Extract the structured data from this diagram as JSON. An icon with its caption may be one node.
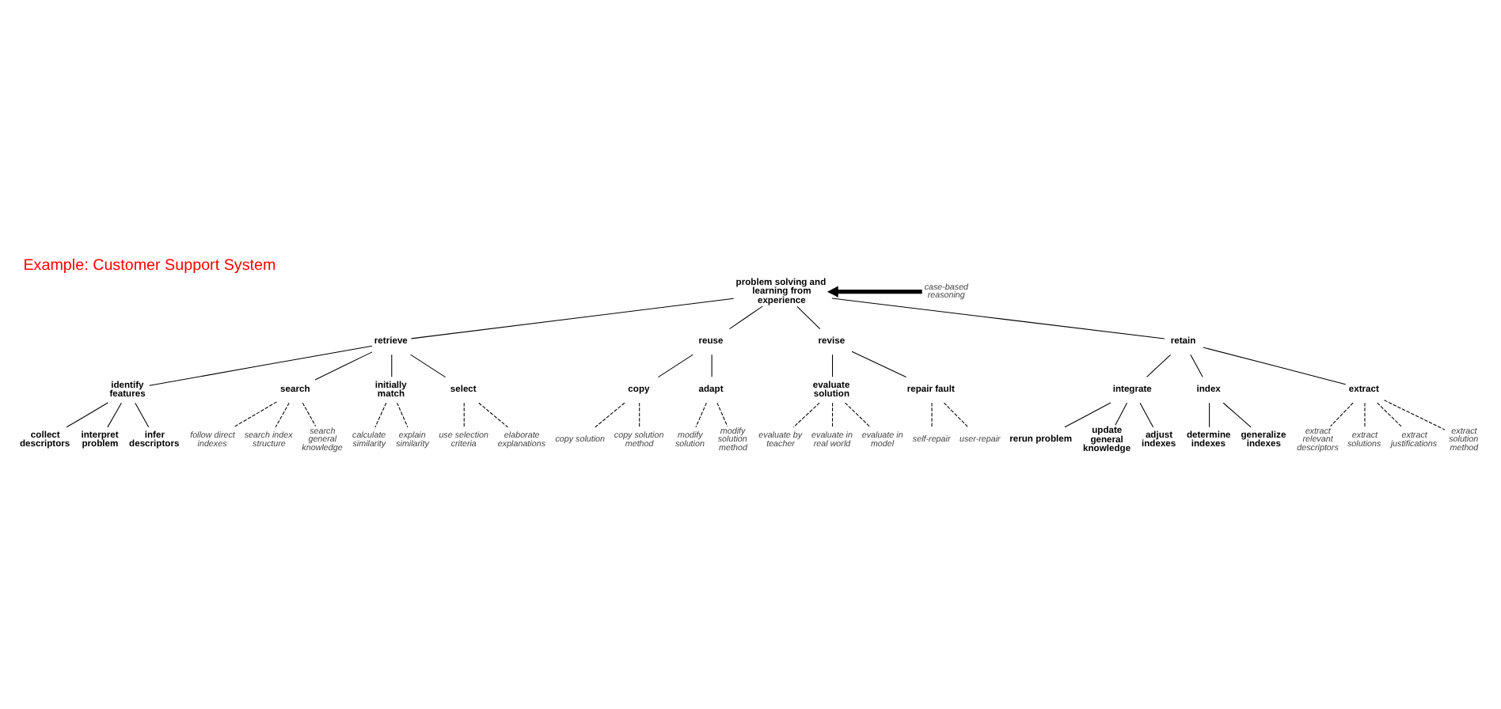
{
  "diagram": {
    "title": "Example: Customer Support System",
    "nodes": [
      {
        "text": [
          "problem solving and learning from experience"
        ]
      },
      {
        "text": [
          "case-based reasoning"
        ]
      },
      {
        "text": [
          "retrieve"
        ]
      },
      {
        "text": [
          "reuse"
        ]
      },
      {
        "text": [
          "revise"
        ]
      },
      {
        "text": [
          "retain"
        ]
      },
      {
        "text": [
          "identify features"
        ]
      },
      {
        "text": [
          "search"
        ]
      },
      {
        "text": [
          "initially match"
        ]
      },
      {
        "text": [
          "select"
        ]
      },
      {
        "text": [
          "collect descriptors"
        ]
      },
      {
        "text": [
          "interpret problem"
        ]
      },
      {
        "text": [
          "infer descriptors"
        ]
      },
      {
        "text": [
          "follow direct indexes"
        ]
      },
      {
        "text": [
          "search index structure"
        ]
      },
      {
        "text": [
          "search general knowledge"
        ]
      },
      {
        "text": [
          "calculate similarity"
        ]
      },
      {
        "text": [
          "explain similarity"
        ]
      },
      {
        "text": [
          "use selection criteria"
        ]
      },
      {
        "text": [
          "elaborate explanations"
        ]
      },
      {
        "text": [
          "copy"
        ]
      },
      {
        "text": [
          "adapt"
        ]
      },
      {
        "text": [
          "copy solution"
        ]
      },
      {
        "text": [
          "copy solution method"
        ]
      },
      {
        "text": [
          "modify solution"
        ]
      },
      {
        "text": [
          "modify solution method"
        ]
      },
      {
        "text": [
          "evaluate solution"
        ]
      },
      {
        "text": [
          "repair fault"
        ]
      },
      {
        "text": [
          "evaluate by teacher"
        ]
      },
      {
        "text": [
          "evaluate in real world"
        ]
      },
      {
        "text": [
          "evaluate in model"
        ]
      },
      {
        "text": [
          "self-repair"
        ]
      },
      {
        "text": [
          "user-repair"
        ]
      },
      {
        "text": [
          "integrate"
        ]
      },
      {
        "text": [
          "index"
        ]
      },
      {
        "text": [
          "extract"
        ]
      },
      {
        "text": [
          "rerun problem"
        ]
      },
      {
        "text": [
          "update general knowledge"
        ]
      },
      {
        "text": [
          "adjust indexes"
        ]
      },
      {
        "text": [
          "determine indexes"
        ]
      },
      {
        "text": [
          "generalize indexes"
        ]
      },
      {
        "text": [
          "extract relevant descriptors"
        ]
      },
      {
        "text": [
          "extract solutions"
        ]
      },
      {
        "text": [
          "extract justifications"
        ]
      },
      {
        "text": [
          "extract solution method"
        ]
      }
    ],
    "edges": [
      {
        "from": 1,
        "to": 0,
        "arrow": "to",
        "style": "thick"
      },
      {
        "from": 0,
        "to": 2,
        "arrow": "none"
      },
      {
        "from": 0,
        "to": 3,
        "arrow": "none"
      },
      {
        "from": 0,
        "to": 4,
        "arrow": "none"
      },
      {
        "from": 0,
        "to": 5,
        "arrow": "none"
      },
      {
        "from": 2,
        "to": 6,
        "arrow": "none"
      },
      {
        "from": 2,
        "to": 7,
        "arrow": "none"
      },
      {
        "from": 2,
        "to": 8,
        "arrow": "none"
      },
      {
        "from": 2,
        "to": 9,
        "arrow": "none"
      },
      {
        "from": 6,
        "to": 10,
        "arrow": "none"
      },
      {
        "from": 6,
        "to": 11,
        "arrow": "none"
      },
      {
        "from": 6,
        "to": 12,
        "arrow": "none"
      },
      {
        "from": 7,
        "to": 13,
        "arrow": "none",
        "style": "dashed"
      },
      {
        "from": 7,
        "to": 14,
        "arrow": "none",
        "style": "dashed"
      },
      {
        "from": 7,
        "to": 15,
        "arrow": "none",
        "style": "dashed"
      },
      {
        "from": 8,
        "to": 16,
        "arrow": "none",
        "style": "dashed"
      },
      {
        "from": 8,
        "to": 17,
        "arrow": "none",
        "style": "dashed"
      },
      {
        "from": 9,
        "to": 18,
        "arrow": "none",
        "style": "dashed"
      },
      {
        "from": 9,
        "to": 19,
        "arrow": "none",
        "style": "dashed"
      },
      {
        "from": 3,
        "to": 20,
        "arrow": "none"
      },
      {
        "from": 3,
        "to": 21,
        "arrow": "none"
      },
      {
        "from": 20,
        "to": 22,
        "arrow": "none",
        "style": "dashed"
      },
      {
        "from": 20,
        "to": 23,
        "arrow": "none",
        "style": "dashed"
      },
      {
        "from": 21,
        "to": 24,
        "arrow": "none",
        "style": "dashed"
      },
      {
        "from": 21,
        "to": 25,
        "arrow": "none",
        "style": "dashed"
      },
      {
        "from": 4,
        "to": 26,
        "arrow": "none"
      },
      {
        "from": 4,
        "to": 27,
        "arrow": "none"
      },
      {
        "from": 26,
        "to": 28,
        "arrow": "none",
        "style": "dashed"
      },
      {
        "from": 26,
        "to": 29,
        "arrow": "none",
        "style": "dashed"
      },
      {
        "from": 26,
        "to": 30,
        "arrow": "none",
        "style": "dashed"
      },
      {
        "from": 27,
        "to": 31,
        "arrow": "none",
        "style": "dashed"
      },
      {
        "from": 27,
        "to": 32,
        "arrow": "none",
        "style": "dashed"
      },
      {
        "from": 5,
        "to": 33,
        "arrow": "none"
      },
      {
        "from": 5,
        "to": 34,
        "arrow": "none"
      },
      {
        "from": 5,
        "to": 35,
        "arrow": "none"
      },
      {
        "from": 33,
        "to": 36,
        "arrow": "none"
      },
      {
        "from": 33,
        "to": 37,
        "arrow": "none"
      },
      {
        "from": 33,
        "to": 38,
        "arrow": "none"
      },
      {
        "from": 34,
        "to": 39,
        "arrow": "none"
      },
      {
        "from": 34,
        "to": 40,
        "arrow": "none"
      },
      {
        "from": 35,
        "to": 41,
        "arrow": "none",
        "style": "dashed"
      },
      {
        "from": 35,
        "to": 42,
        "arrow": "none",
        "style": "dashed"
      },
      {
        "from": 35,
        "to": 43,
        "arrow": "none",
        "style": "dashed"
      },
      {
        "from": 35,
        "to": 44,
        "arrow": "none",
        "style": "dashed"
      }
    ]
  }
}
